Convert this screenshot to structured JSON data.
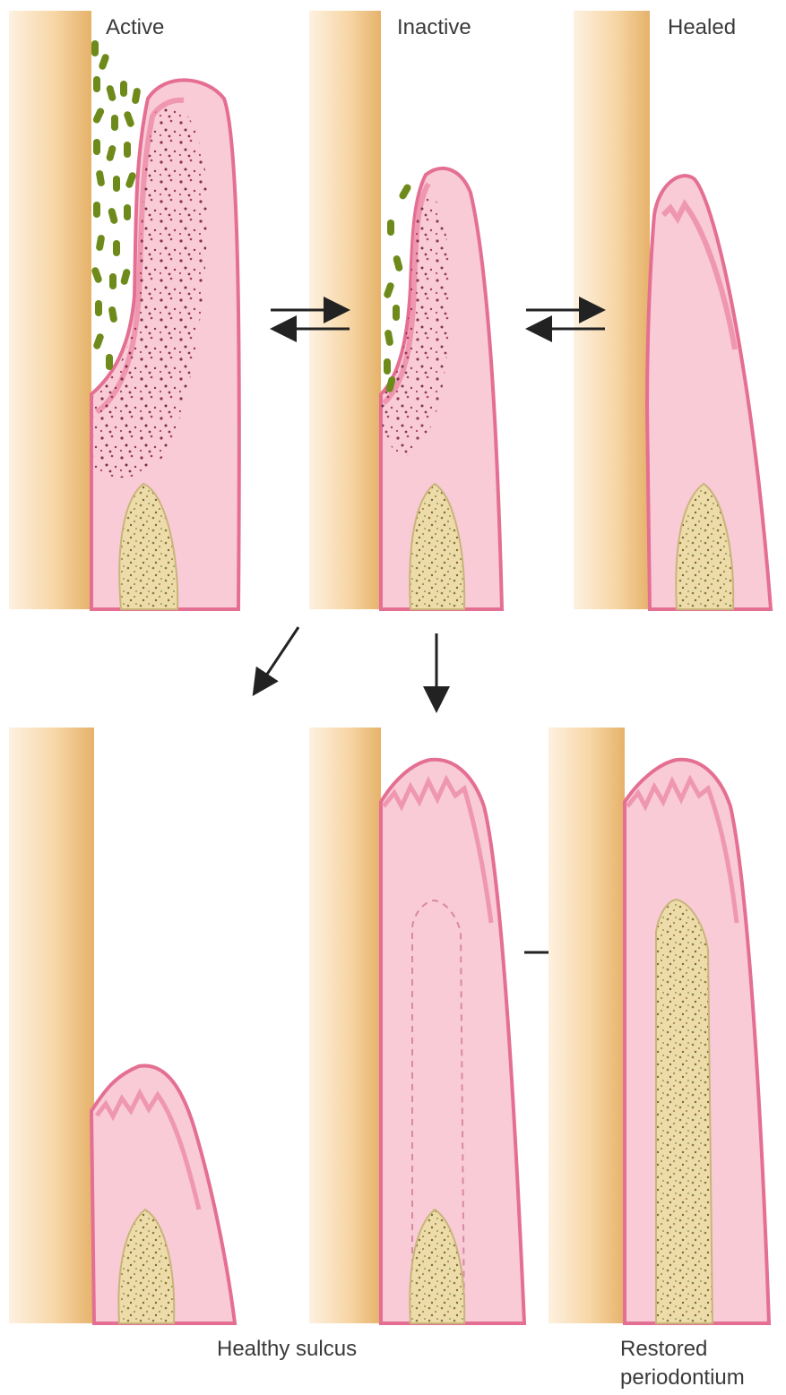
{
  "panels": {
    "active": {
      "label": "Active"
    },
    "inactive": {
      "label": "Inactive"
    },
    "healed": {
      "label": "Healed"
    }
  },
  "captions": {
    "healthy_sulcus": "Healthy sulcus",
    "restored_line1": "Restored",
    "restored_line2": "periodontium"
  },
  "colors": {
    "tooth_light": "#fbe9cf",
    "tooth_dark": "#e9b872",
    "gum_fill": "#f7c9d3",
    "gum_edge": "#e46f93",
    "gum_epithelium": "#ef97b0",
    "bone_fill": "#ead9a6",
    "bone_dots": "#8a7a3a",
    "bacteria": "#6e8a1a",
    "inflammatory_cells": "#8a2147",
    "arrow": "#222222"
  }
}
